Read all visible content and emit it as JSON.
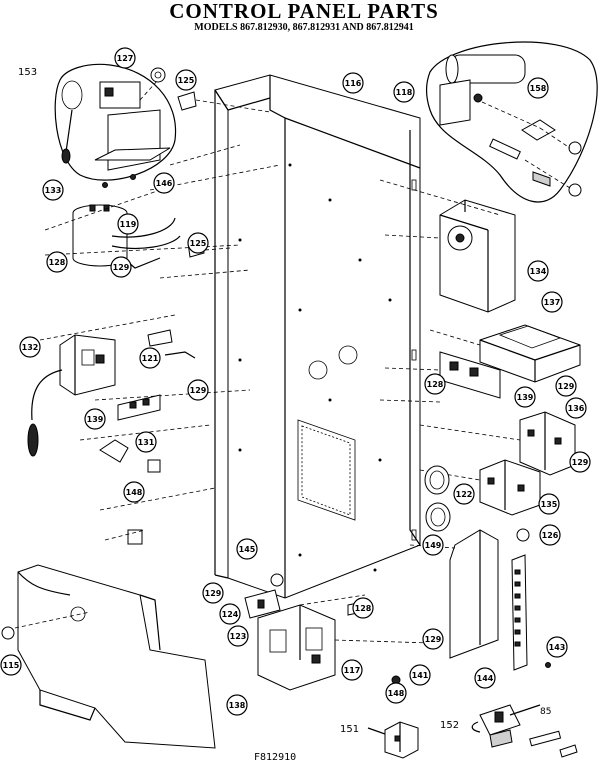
{
  "title": "CONTROL PANEL PARTS",
  "subtitle": "MODELS 867.812930, 867.812931 AND 867.812941",
  "figure_id": "F812910",
  "callouts": [
    "127",
    "125",
    "116",
    "118",
    "153",
    "133",
    "146",
    "119",
    "125",
    "128",
    "129",
    "134",
    "158",
    "132",
    "121",
    "137",
    "129",
    "128",
    "139",
    "129",
    "136",
    "139",
    "131",
    "148",
    "122",
    "129",
    "135",
    "149",
    "126",
    "145",
    "129",
    "124",
    "123",
    "128",
    "129",
    "117",
    "143",
    "115",
    "148",
    "141",
    "144",
    "138",
    "151",
    "152",
    "85"
  ],
  "plain_labels": [
    "153",
    "151",
    "152",
    "85"
  ]
}
